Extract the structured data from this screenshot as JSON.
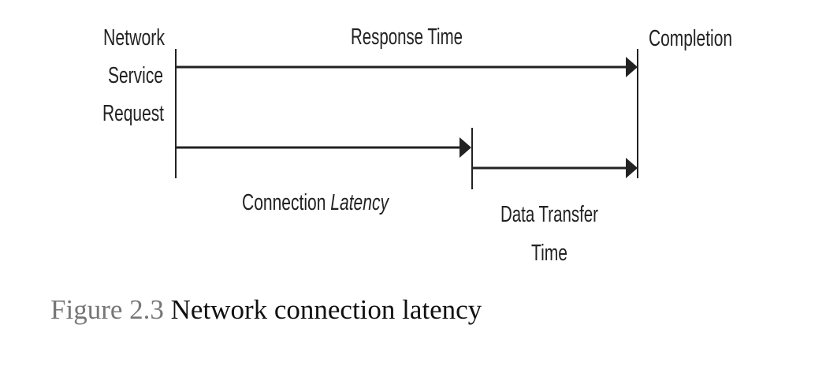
{
  "diagram": {
    "labels": {
      "request_line1": "Network",
      "request_line2": "Service",
      "request_line3": "Request",
      "response_time": "Response Time",
      "completion": "Completion",
      "connection": "Connection ",
      "latency": "Latency",
      "transfer_line1": "Data Transfer",
      "transfer_line2": "Time"
    },
    "colors": {
      "line": "#222222",
      "text": "#222222"
    }
  },
  "caption": {
    "number": "Figure 2.3",
    "title": "Network connection latency"
  }
}
